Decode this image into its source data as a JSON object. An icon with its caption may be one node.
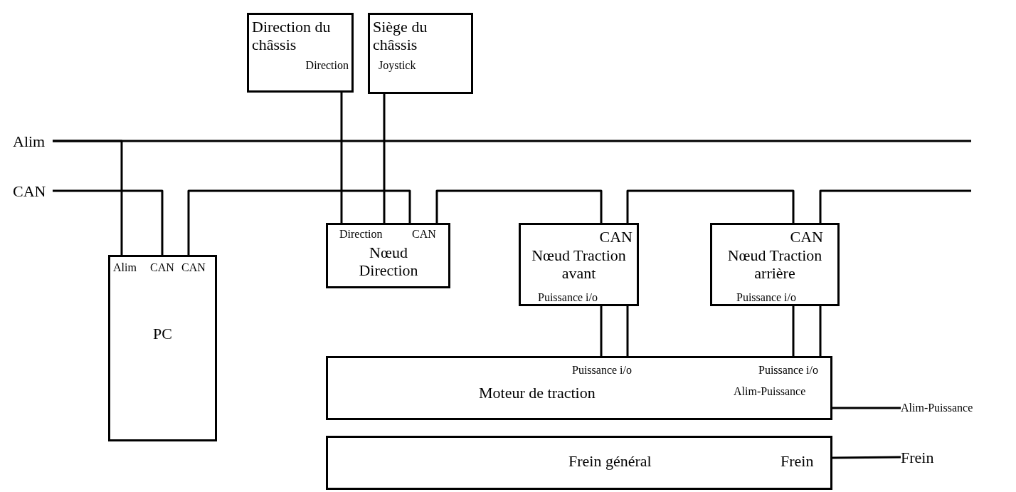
{
  "diagram": {
    "nodes": [
      {
        "text": [
          "Direction du châssis",
          "Direction"
        ]
      },
      {
        "text": [
          "Siège du châssis",
          "Joystick"
        ]
      },
      {
        "text": [
          "Alim"
        ]
      },
      {
        "text": [
          "CAN"
        ]
      },
      {
        "text": [
          "Alim",
          "CAN",
          "CAN",
          "PC"
        ]
      },
      {
        "text": [
          "Direction",
          "CAN",
          "Nœud Direction"
        ]
      },
      {
        "text": [
          "CAN",
          "Nœud Traction avant",
          "Puissance i/o"
        ]
      },
      {
        "text": [
          "CAN",
          "Nœud Traction arrière",
          "Puissance i/o"
        ]
      },
      {
        "text": [
          "Puissance i/o",
          "Puissance i/o",
          "Moteur de traction",
          "Alim-Puissance"
        ]
      },
      {
        "text": [
          "Frein général",
          "Frein"
        ]
      },
      {
        "text": [
          "Alim-Puissance"
        ]
      },
      {
        "text": [
          "Frein"
        ]
      }
    ],
    "edges": [
      {
        "from": 2,
        "to": 4,
        "arrow": "none"
      },
      {
        "from": 2,
        "to": null,
        "arrow": "none"
      },
      {
        "from": 3,
        "to": 4,
        "arrow": "none"
      },
      {
        "from": 4,
        "to": 5,
        "arrow": "none"
      },
      {
        "from": 5,
        "to": 6,
        "arrow": "none"
      },
      {
        "from": 6,
        "to": 7,
        "arrow": "none"
      },
      {
        "from": 7,
        "to": null,
        "arrow": "none"
      },
      {
        "from": 0,
        "to": 5,
        "arrow": "none"
      },
      {
        "from": 1,
        "to": 5,
        "arrow": "none"
      },
      {
        "from": 6,
        "to": 8,
        "arrow": "none"
      },
      {
        "from": 6,
        "to": 8,
        "arrow": "none"
      },
      {
        "from": 7,
        "to": 8,
        "arrow": "none"
      },
      {
        "from": 7,
        "to": 8,
        "arrow": "none"
      },
      {
        "from": 8,
        "to": 10,
        "arrow": "none"
      },
      {
        "from": 9,
        "to": 11,
        "arrow": "none"
      }
    ]
  }
}
